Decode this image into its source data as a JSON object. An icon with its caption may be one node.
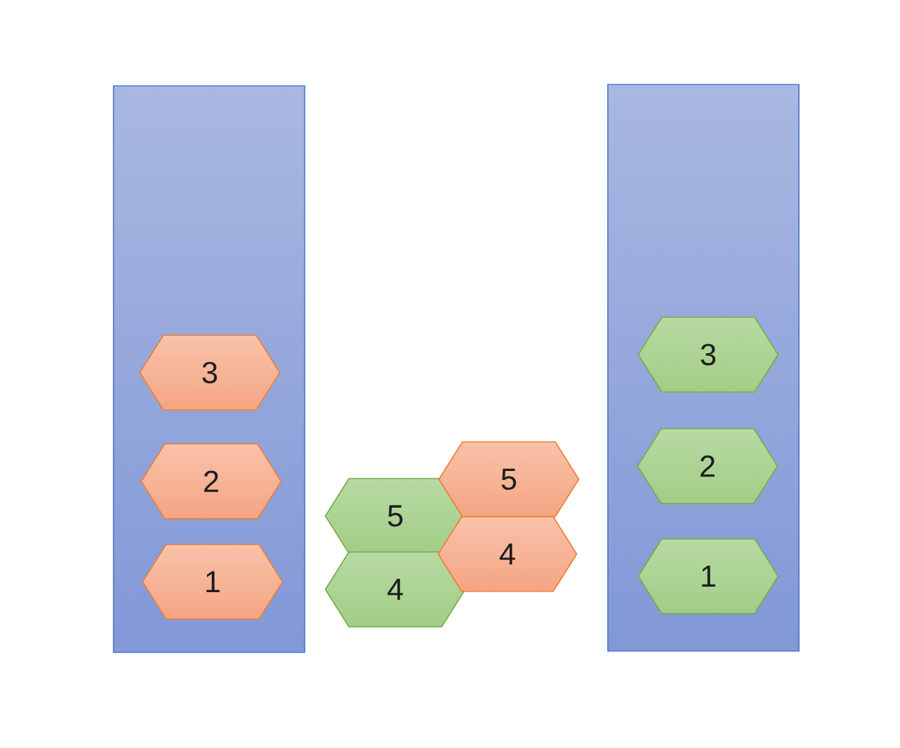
{
  "diagram": {
    "nodes": [
      {
        "text": [],
        "shape": "box"
      },
      {
        "text": [
          "3"
        ],
        "in": 0
      },
      {
        "text": [
          "2"
        ],
        "in": 0
      },
      {
        "text": [
          "1"
        ],
        "in": 0
      },
      {
        "text": [
          "5"
        ]
      },
      {
        "text": [
          "4"
        ]
      },
      {
        "text": [
          "5"
        ]
      },
      {
        "text": [
          "4"
        ]
      },
      {
        "text": [],
        "shape": "box"
      },
      {
        "text": [
          "3"
        ],
        "in": 8
      },
      {
        "text": [
          "2"
        ],
        "in": 8
      },
      {
        "text": [
          "1"
        ],
        "in": 8
      }
    ]
  }
}
